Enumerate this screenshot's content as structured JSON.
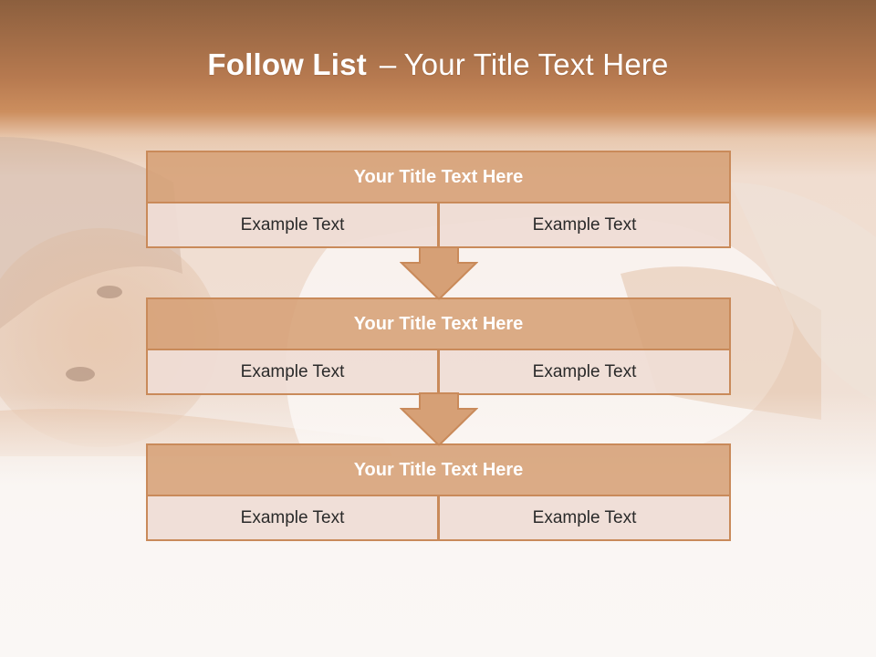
{
  "title": {
    "bold": "Follow List",
    "separator": "–",
    "rest": "Your Title Text Here"
  },
  "blocks": [
    {
      "heading": "Your Title Text Here",
      "left_text": "Example Text",
      "right_text": "Example Text"
    },
    {
      "heading": "Your Title Text Here",
      "left_text": "Example Text",
      "right_text": "Example Text"
    },
    {
      "heading": "Your Title Text Here",
      "left_text": "Example Text",
      "right_text": "Example Text"
    }
  ],
  "colors": {
    "header_band": "#c98a5a",
    "block_header_fill": "#d6a076",
    "cell_fill": "#efddd5",
    "border": "#c98a5a"
  },
  "icons": [
    "down-arrow-icon",
    "down-arrow-icon"
  ]
}
